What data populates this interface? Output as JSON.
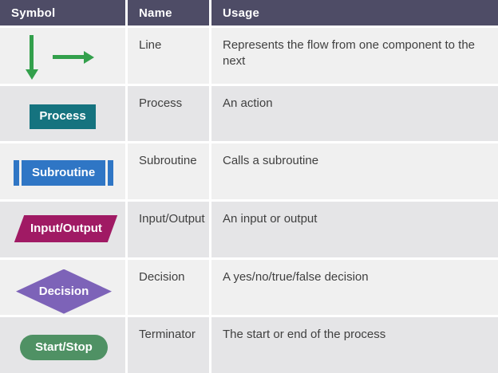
{
  "table": {
    "headers": {
      "symbol": "Symbol",
      "name": "Name",
      "usage": "Usage"
    },
    "rows": [
      {
        "symbol_icons": [
          "down-arrow-icon",
          "right-arrow-icon"
        ],
        "name": "Line",
        "usage": "Represents the flow from one component to the next"
      },
      {
        "symbol_shape": "rectangle",
        "symbol_label": "Process",
        "name": "Process",
        "usage": "An action"
      },
      {
        "symbol_shape": "rectangle-with-side-bars",
        "symbol_label": "Subroutine",
        "name": "Subroutine",
        "usage": "Calls a subroutine"
      },
      {
        "symbol_shape": "parallelogram",
        "symbol_label": "Input/Output",
        "name": "Input/Output",
        "usage": "An input or output"
      },
      {
        "symbol_shape": "diamond",
        "symbol_label": "Decision",
        "name": "Decision",
        "usage": "A yes/no/true/false decision"
      },
      {
        "symbol_shape": "stadium",
        "symbol_label": "Start/Stop",
        "name": "Terminator",
        "usage": "The start or end of the process"
      }
    ],
    "colors": {
      "header_bg": "#4e4c66",
      "row_light_bg": "#f0f0f0",
      "row_dark_bg": "#e5e5e7",
      "arrow_green": "#33a04c",
      "process_teal": "#15737f",
      "subroutine_blue": "#2f76c5",
      "input_output_magenta": "#a01a64",
      "decision_purple": "#7d63b8",
      "terminator_green": "#4f9164",
      "body_text": "#404040",
      "header_text": "#ffffff"
    }
  }
}
